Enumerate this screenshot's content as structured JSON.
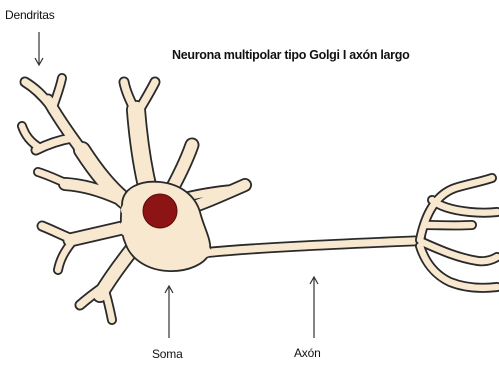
{
  "title": "Neurona multipolar tipo Golgi I axón largo",
  "labels": {
    "dendritas": "Dendritas",
    "soma": "Soma",
    "axon": "Axón"
  },
  "colors": {
    "cell_fill": "#f7e8cf",
    "cell_outline": "#2a2a2a",
    "nucleus": "#8c1414",
    "pointer": "#333333"
  }
}
